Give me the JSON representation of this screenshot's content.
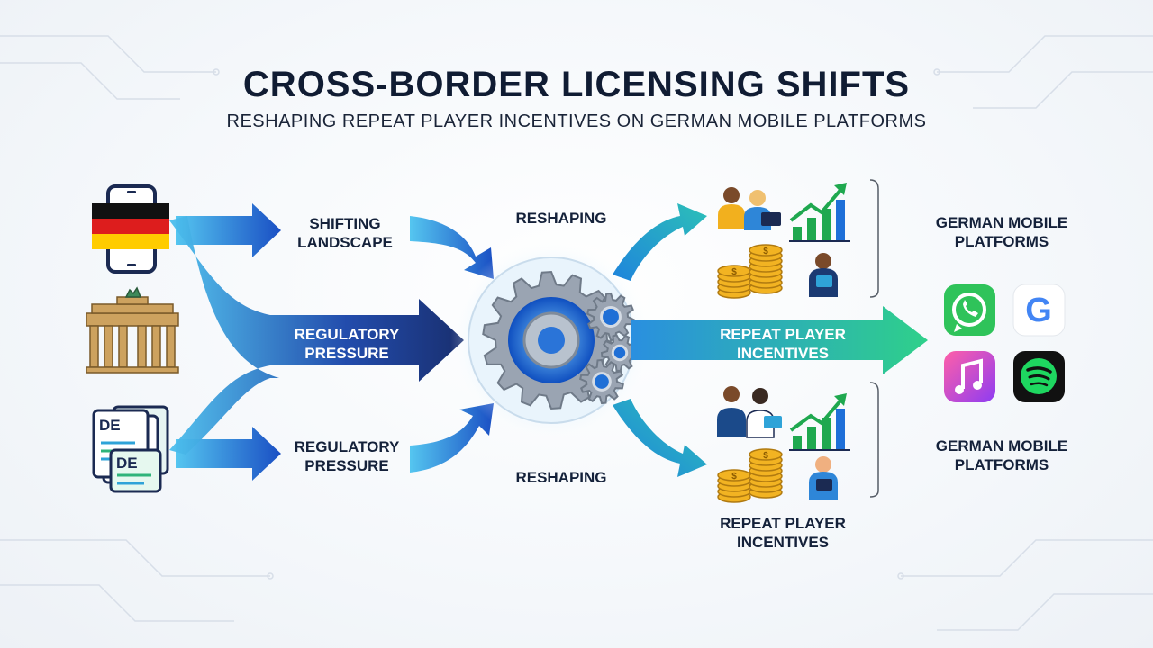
{
  "title": "CROSS-BORDER LICENSING SHIFTS",
  "subtitle": "RESHAPING REPEAT PLAYER INCENTIVES ON GERMAN MOBILE PLATFORMS",
  "labels": {
    "shifting": [
      "SHIFTING",
      "LANDSCAPE"
    ],
    "regulatory_mid": [
      "REGULATORY",
      "PRESSURE"
    ],
    "regulatory_bottom": [
      "REGULATORY",
      "PRESSURE"
    ],
    "reshaping_top": "RESHAPING",
    "reshaping_bottom": "RESHAPING",
    "repeat_mid": [
      "REPEAT PLAYER",
      "INCENTIVES"
    ],
    "repeat_bottom": [
      "REPEAT PLAYER",
      "INCENTIVES"
    ],
    "platforms_top": [
      "GERMAN MOBILE",
      "PLATFORMS"
    ],
    "platforms_bottom": [
      "GERMAN MOBILE",
      "PLATFORMS"
    ]
  },
  "documents": {
    "tag_top": "DE",
    "tag_bottom": "DE"
  },
  "coins": {
    "symbol": "$"
  },
  "apps": [
    "whatsapp-icon",
    "google-icon",
    "apple-music-icon",
    "spotify-icon"
  ],
  "app_text": {
    "google": "G"
  },
  "colors": {
    "title": "#101c33",
    "arrow_light": "#3fb6ea",
    "arrow_dark": "#0f2d7a",
    "arrow_green": "#2fd08a",
    "gear": "#9aa4b2",
    "gear_blue": "#1f6fd6",
    "flag_black": "#111111",
    "flag_red": "#dd1d1d",
    "flag_gold": "#ffcc00",
    "chart_green": "#1fa84f"
  }
}
